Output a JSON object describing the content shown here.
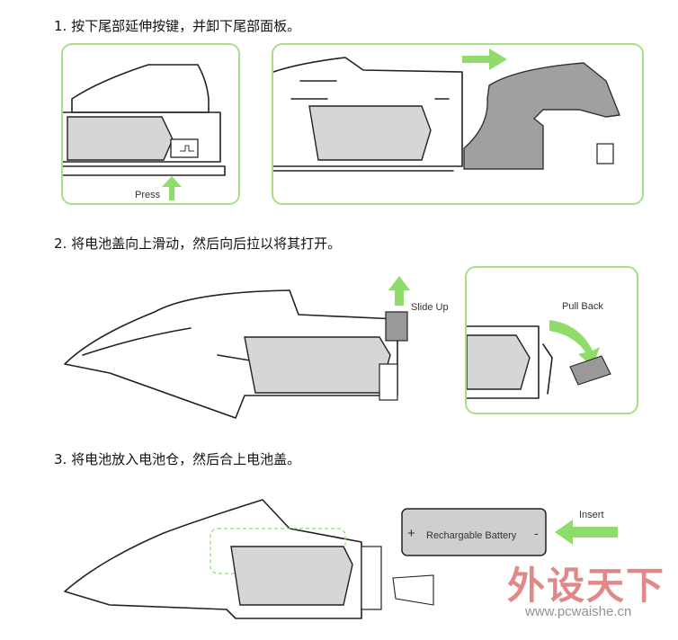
{
  "steps": [
    {
      "title": "1. 按下尾部延伸按键，并卸下尾部面板。"
    },
    {
      "title": "2. 将电池盖向上滑动，然后向后拉以将其打开。"
    },
    {
      "title": "3. 将电池放入电池仓，然后合上电池盖。"
    }
  ],
  "labels": {
    "press": "Press",
    "slide_up": "Slide Up",
    "pull_back": "Pull Back",
    "insert": "Insert",
    "battery": "Rechargable Battery",
    "plus": "+",
    "minus": "-"
  },
  "watermark": {
    "text": "外设天下",
    "url": "www.pcwaishe.cn"
  },
  "colors": {
    "frame_green": "#a8df86",
    "arrow_green": "#8fdc6a",
    "panel_gray": "#999999",
    "mesh_gray": "#cfcfcf"
  }
}
